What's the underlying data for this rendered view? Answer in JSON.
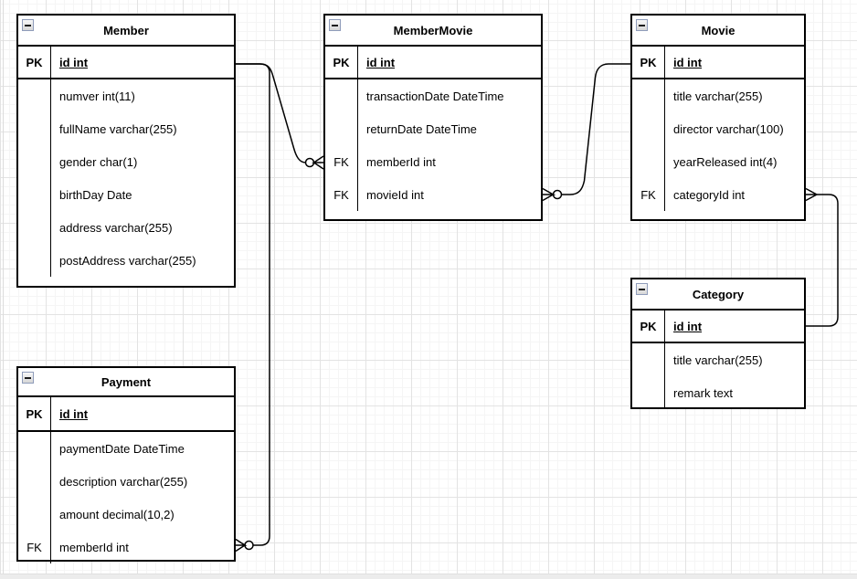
{
  "diagram": {
    "type": "entity-relationship",
    "colors": {
      "line": "#000000",
      "table_bg": "#ffffff",
      "grid_minor": "#f5f5f5",
      "grid_major": "#e3e3e3",
      "collapse_border": "#8f9cba"
    },
    "icons": {
      "collapse": "minus-box-icon"
    }
  },
  "tables": [
    {
      "title": "Member",
      "rows": [
        {
          "key": "PK",
          "field": "id int",
          "is_pk": true
        },
        {
          "key": "",
          "field": "numver int(11)"
        },
        {
          "key": "",
          "field": "fullName varchar(255)"
        },
        {
          "key": "",
          "field": "gender char(1)"
        },
        {
          "key": "",
          "field": "birthDay Date"
        },
        {
          "key": "",
          "field": "address varchar(255)"
        },
        {
          "key": "",
          "field": "postAddress varchar(255)"
        }
      ]
    },
    {
      "title": "MemberMovie",
      "rows": [
        {
          "key": "PK",
          "field": "id int",
          "is_pk": true
        },
        {
          "key": "",
          "field": "transactionDate DateTime"
        },
        {
          "key": "",
          "field": "returnDate DateTime"
        },
        {
          "key": "FK",
          "field": "memberId int"
        },
        {
          "key": "FK",
          "field": "movieId int"
        }
      ]
    },
    {
      "title": "Movie",
      "rows": [
        {
          "key": "PK",
          "field": "id int",
          "is_pk": true
        },
        {
          "key": "",
          "field": "title varchar(255)"
        },
        {
          "key": "",
          "field": "director varchar(100)"
        },
        {
          "key": "",
          "field": "yearReleased int(4)"
        },
        {
          "key": "FK",
          "field": "categoryId int"
        }
      ]
    },
    {
      "title": "Category",
      "rows": [
        {
          "key": "PK",
          "field": "id int",
          "is_pk": true
        },
        {
          "key": "",
          "field": "title varchar(255)"
        },
        {
          "key": "",
          "field": "remark text"
        }
      ]
    },
    {
      "title": "Payment",
      "rows": [
        {
          "key": "PK",
          "field": "id int",
          "is_pk": true
        },
        {
          "key": "",
          "field": "paymentDate DateTime"
        },
        {
          "key": "",
          "field": "description varchar(255)"
        },
        {
          "key": "",
          "field": "amount decimal(10,2)"
        },
        {
          "key": "FK",
          "field": "memberId int"
        }
      ]
    }
  ],
  "relationships": [
    {
      "from": "Member.id",
      "to": "MemberMovie.memberId",
      "from_end": "one",
      "to_end": "zero-or-many"
    },
    {
      "from": "Member.id",
      "to": "Payment.memberId",
      "from_end": "one",
      "to_end": "zero-or-many"
    },
    {
      "from": "Movie.id",
      "to": "MemberMovie.movieId",
      "from_end": "one",
      "to_end": "zero-or-many"
    },
    {
      "from": "Category.id",
      "to": "Movie.categoryId",
      "from_end": "one",
      "to_end": "many"
    }
  ]
}
